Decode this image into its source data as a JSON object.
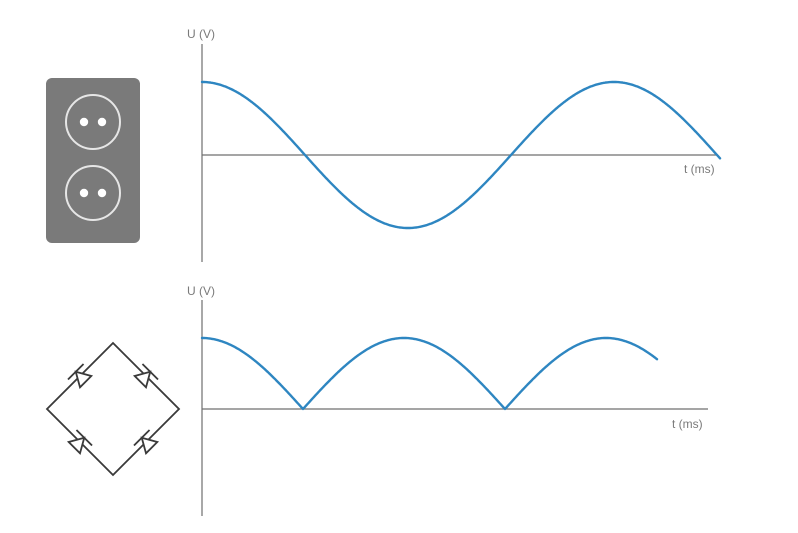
{
  "colors": {
    "wave": "#2e86c1",
    "axis": "#6f6f6f",
    "socket_bg": "#7a7a7a",
    "socket_ring": "#e6e6e6",
    "diode": "#3a3a3a"
  },
  "top_plot": {
    "ylabel": "U (V)",
    "xlabel": "t (ms)",
    "icon": "socket-icon",
    "signal": "sine"
  },
  "bottom_plot": {
    "ylabel": "U (V)",
    "xlabel": "t (ms)",
    "icon": "bridge-rectifier-icon",
    "signal": "full-wave rectified sine"
  }
}
